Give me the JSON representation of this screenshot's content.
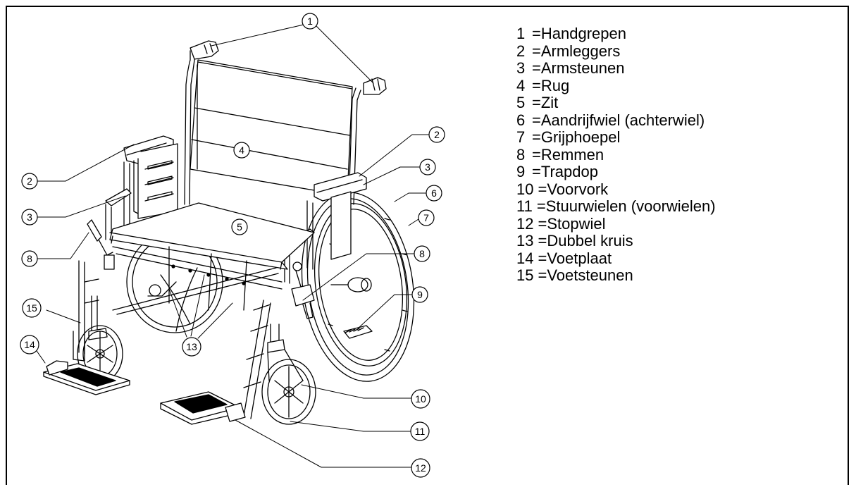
{
  "legend": [
    {
      "num": "1",
      "label": "Handgrepen"
    },
    {
      "num": "2",
      "label": "Armleggers"
    },
    {
      "num": "3",
      "label": "Armsteunen"
    },
    {
      "num": "4",
      "label": "Rug"
    },
    {
      "num": "5",
      "label": "Zit"
    },
    {
      "num": "6",
      "label": "Aandrijfwiel (achterwiel)"
    },
    {
      "num": "7",
      "label": "Grijphoepel"
    },
    {
      "num": "8",
      "label": "Remmen"
    },
    {
      "num": "9",
      "label": "Trapdop"
    },
    {
      "num": "10",
      "label": "Voorvork"
    },
    {
      "num": "11",
      "label": "Stuurwielen (voorwielen)"
    },
    {
      "num": "12",
      "label": "Stopwiel"
    },
    {
      "num": "13",
      "label": "Dubbel kruis"
    },
    {
      "num": "14",
      "label": "Voetplaat"
    },
    {
      "num": "15",
      "label": "Voetsteunen"
    }
  ],
  "equals": "=",
  "callouts": [
    "1",
    "2",
    "3",
    "4",
    "5",
    "6",
    "7",
    "8",
    "9",
    "10",
    "11",
    "12",
    "13",
    "14",
    "15"
  ]
}
